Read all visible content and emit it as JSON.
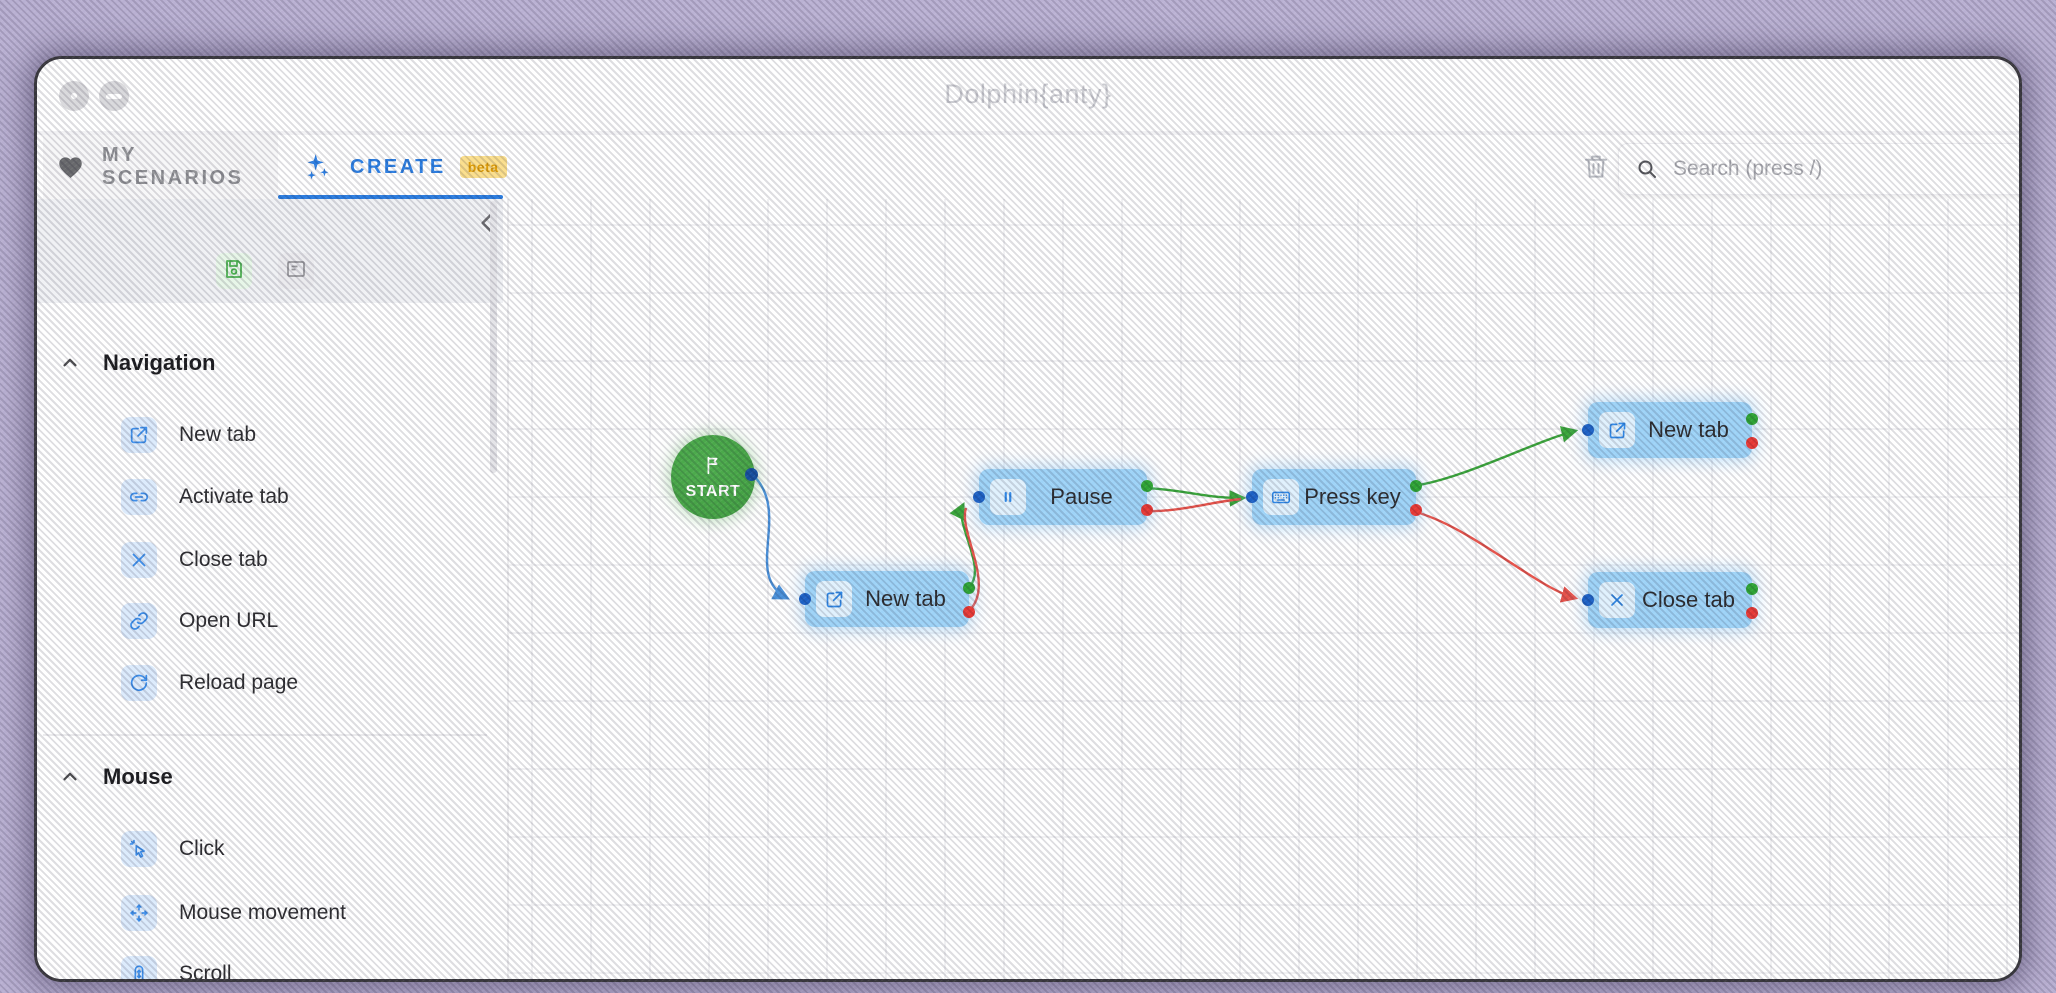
{
  "window": {
    "title": "Dolphin{anty}"
  },
  "tabs": {
    "my_scenarios": {
      "label": "MY SCENARIOS"
    },
    "create": {
      "label": "CREATE",
      "badge": "beta"
    }
  },
  "search": {
    "placeholder": "Search (press /)"
  },
  "sidebar": {
    "header_icons": [
      "save-icon",
      "panel-icon"
    ],
    "sections": [
      {
        "title": "Navigation",
        "items": [
          {
            "label": "New tab",
            "icon": "new-tab-icon"
          },
          {
            "label": "Activate tab",
            "icon": "activate-tab-icon"
          },
          {
            "label": "Close tab",
            "icon": "close-tab-icon"
          },
          {
            "label": "Open URL",
            "icon": "open-url-icon"
          },
          {
            "label": "Reload page",
            "icon": "reload-page-icon"
          }
        ]
      },
      {
        "title": "Mouse",
        "items": [
          {
            "label": "Click",
            "icon": "click-icon"
          },
          {
            "label": "Mouse movement",
            "icon": "mouse-movement-icon"
          },
          {
            "label": "Scroll",
            "icon": "scroll-icon"
          }
        ]
      }
    ]
  },
  "canvas": {
    "start_label": "START",
    "nodes": [
      {
        "label": "New tab",
        "icon": "new-tab-icon"
      },
      {
        "label": "Pause",
        "icon": "pause-icon"
      },
      {
        "label": "Press key",
        "icon": "keyboard-icon"
      },
      {
        "label": "New tab",
        "icon": "new-tab-icon"
      },
      {
        "label": "Close tab",
        "icon": "close-tab-icon"
      }
    ],
    "edges": [
      {
        "from": "start",
        "to": "new-tab-1",
        "color": "blue"
      },
      {
        "from": "new-tab-1-success",
        "to": "pause",
        "color": "green"
      },
      {
        "from": "new-tab-1-error",
        "to": "pause",
        "color": "red"
      },
      {
        "from": "pause-success",
        "to": "press-key",
        "color": "green"
      },
      {
        "from": "pause-error",
        "to": "press-key",
        "color": "red"
      },
      {
        "from": "press-key-success",
        "to": "new-tab-2",
        "color": "green"
      },
      {
        "from": "press-key-error",
        "to": "close-tab",
        "color": "red"
      }
    ]
  },
  "colors": {
    "accent_blue": "#2b7de0",
    "node_fill": "#9ed3f7",
    "start_green": "#43a143",
    "edge_blue": "#4a90d9",
    "edge_green": "#3aa53a",
    "edge_red": "#e5524a",
    "port_input": "#1d61c4",
    "port_success": "#2ea335",
    "port_error": "#e53935",
    "beta_badge_bg": "#fbdf8d",
    "beta_badge_text": "#dd9b06"
  }
}
